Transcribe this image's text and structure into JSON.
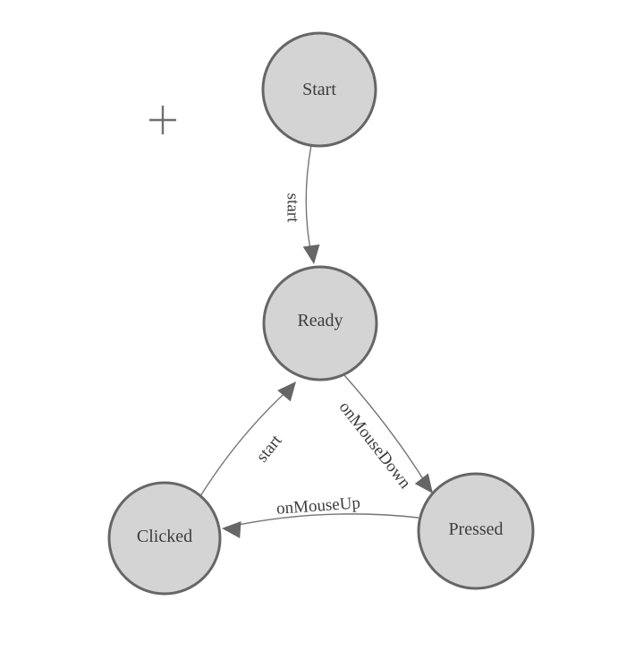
{
  "diagram": {
    "title": "mouse-state-machine",
    "background": "#ffffff",
    "colors": {
      "node_fill": "#d4d4d4",
      "node_stroke": "#666666",
      "edge_stroke": "#757575",
      "arrow_fill": "#666666",
      "label_color": "#3d3d3d",
      "crosshair_color": "#6e6e6e"
    },
    "nodes": [
      {
        "id": "start",
        "label": "Start"
      },
      {
        "id": "ready",
        "label": "Ready"
      },
      {
        "id": "clicked",
        "label": "Clicked"
      },
      {
        "id": "pressed",
        "label": "Pressed"
      }
    ],
    "edges": [
      {
        "from": "Start",
        "to": "Ready",
        "label": "start"
      },
      {
        "from": "Clicked",
        "to": "Ready",
        "label": "start"
      },
      {
        "from": "Ready",
        "to": "Pressed",
        "label": "onMouseDown"
      },
      {
        "from": "Pressed",
        "to": "Clicked",
        "label": "onMouseUp"
      }
    ],
    "cursor": {
      "icon": "crosshair-plus"
    }
  }
}
